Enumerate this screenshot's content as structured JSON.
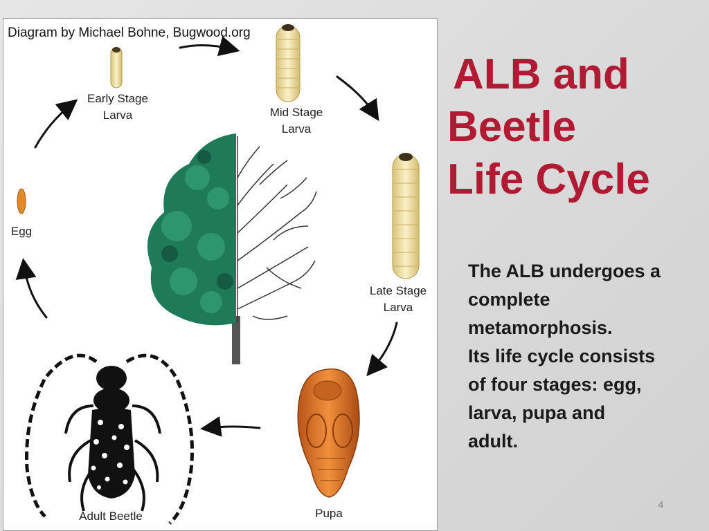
{
  "diagram": {
    "credit": "Diagram by Michael Bohne, Bugwood.org",
    "stages": {
      "early_larva": [
        "Early Stage",
        "Larva"
      ],
      "mid_larva": [
        "Mid Stage",
        "Larva"
      ],
      "late_larva": [
        "Late Stage",
        "Larva"
      ],
      "pupa": "Pupa",
      "adult": "Adult Beetle",
      "egg": "Egg"
    }
  },
  "slide": {
    "title_lines": [
      "ALB and",
      "Beetle",
      "Life Cycle"
    ],
    "body_lines": [
      "The ALB undergoes a",
      "complete",
      "metamorphosis.",
      "Its life cycle consists",
      "of four stages: egg,",
      "larva, pupa and",
      "adult."
    ],
    "page_number": "4"
  },
  "colors": {
    "title": "#b11a32",
    "body": "#1a1a1a",
    "larva": "#f2e4a6",
    "pupa": "#d9742a",
    "tree_foliage": "#1f7a5a",
    "beetle": "#111111"
  }
}
